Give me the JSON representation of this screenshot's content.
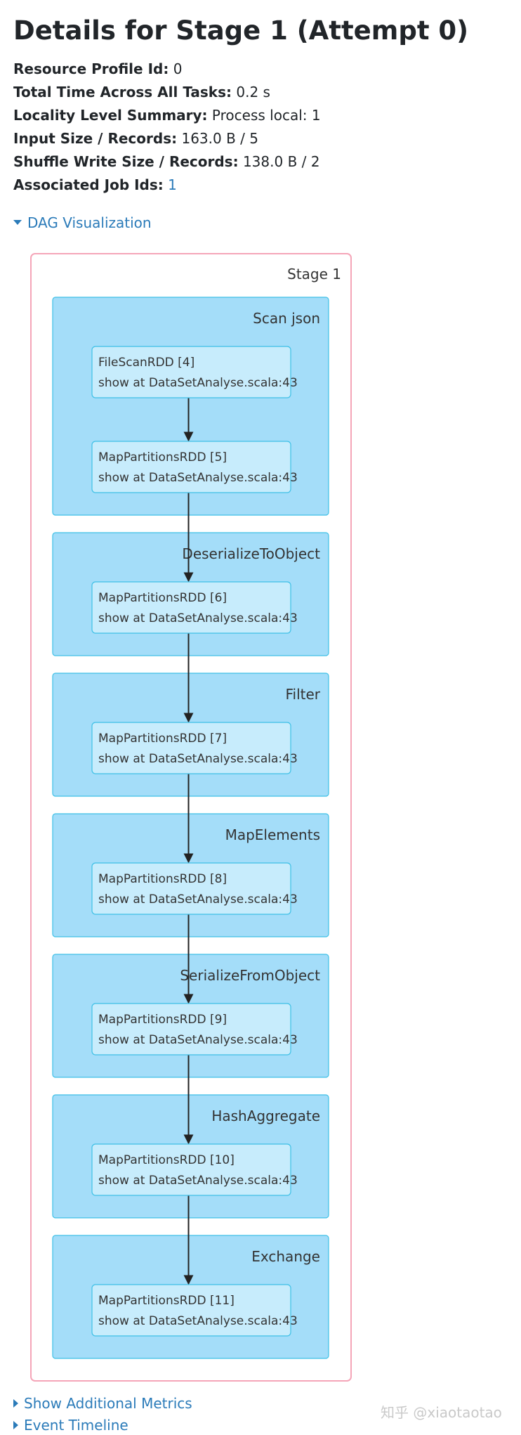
{
  "title": "Details for Stage 1 (Attempt 0)",
  "summary": [
    {
      "label": "Resource Profile Id:",
      "value": "0"
    },
    {
      "label": "Total Time Across All Tasks:",
      "value": "0.2 s"
    },
    {
      "label": "Locality Level Summary:",
      "value": "Process local: 1"
    },
    {
      "label": "Input Size / Records:",
      "value": "163.0 B / 5"
    },
    {
      "label": "Shuffle Write Size / Records:",
      "value": "138.0 B / 2"
    },
    {
      "label": "Associated Job Ids:",
      "value": "1"
    }
  ],
  "dag_toggle": "DAG Visualization",
  "dag": {
    "stage_label": "Stage 1",
    "clusters": [
      {
        "name": "Scan json",
        "nodes": [
          {
            "rdd": "FileScanRDD [4]",
            "callsite": "show at DataSetAnalyse.scala:43"
          },
          {
            "rdd": "MapPartitionsRDD [5]",
            "callsite": "show at DataSetAnalyse.scala:43"
          }
        ]
      },
      {
        "name": "DeserializeToObject",
        "nodes": [
          {
            "rdd": "MapPartitionsRDD [6]",
            "callsite": "show at DataSetAnalyse.scala:43"
          }
        ]
      },
      {
        "name": "Filter",
        "nodes": [
          {
            "rdd": "MapPartitionsRDD [7]",
            "callsite": "show at DataSetAnalyse.scala:43"
          }
        ]
      },
      {
        "name": "MapElements",
        "nodes": [
          {
            "rdd": "MapPartitionsRDD [8]",
            "callsite": "show at DataSetAnalyse.scala:43"
          }
        ]
      },
      {
        "name": "SerializeFromObject",
        "nodes": [
          {
            "rdd": "MapPartitionsRDD [9]",
            "callsite": "show at DataSetAnalyse.scala:43"
          }
        ]
      },
      {
        "name": "HashAggregate",
        "nodes": [
          {
            "rdd": "MapPartitionsRDD [10]",
            "callsite": "show at DataSetAnalyse.scala:43"
          }
        ]
      },
      {
        "name": "Exchange",
        "nodes": [
          {
            "rdd": "MapPartitionsRDD [11]",
            "callsite": "show at DataSetAnalyse.scala:43"
          }
        ]
      }
    ]
  },
  "links": {
    "additional_metrics": "Show Additional Metrics",
    "event_timeline": "Event Timeline"
  },
  "watermark": "知乎 @xiaotaotao",
  "colors": {
    "link": "#2b7bb9",
    "stage_border": "#f5a5b8",
    "cluster_fill": "#a4ddf9",
    "cluster_stroke": "#3ec0e6",
    "node_fill": "#c7ecfc",
    "node_stroke": "#3ec0e6",
    "edge": "#222222"
  }
}
